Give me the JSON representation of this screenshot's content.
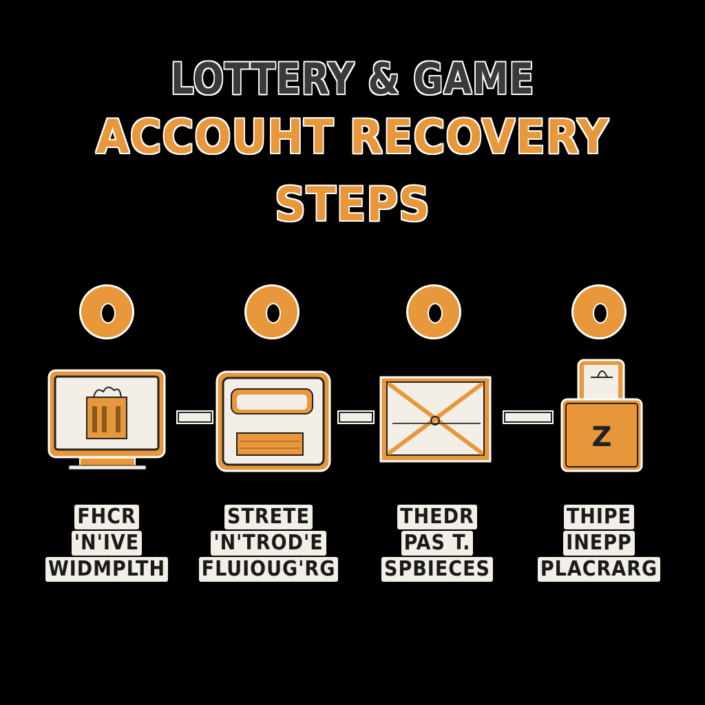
{
  "title": {
    "line1": "LOTTERY & GAME",
    "line2": "ACCOUHT RECOVERY",
    "line3": "STEPS"
  },
  "colors": {
    "background": "#000000",
    "accent": "#e8973a",
    "dark_text": "#3b3a38",
    "panel": "#f3efe6"
  },
  "steps": [
    {
      "ring_icon": "ring-icon",
      "icon": "monitor-shopping-bag-icon",
      "label_lines": [
        "FHCR",
        "'N'IVE",
        "WIDMPLTH"
      ]
    },
    {
      "ring_icon": "ring-icon",
      "icon": "form-card-icon",
      "label_lines": [
        "STRETE",
        "'N'TROD'E",
        "FLUIOUG'RG"
      ]
    },
    {
      "ring_icon": "ring-icon",
      "icon": "envelope-x-icon",
      "label_lines": [
        "THEDR",
        "PAS T.",
        "SPBIECES"
      ]
    },
    {
      "ring_icon": "ring-icon",
      "icon": "padlock-z-icon",
      "label_lines": [
        "THIPE",
        "INEPP",
        "PLACRARG"
      ],
      "lock_letter": "Z"
    }
  ]
}
